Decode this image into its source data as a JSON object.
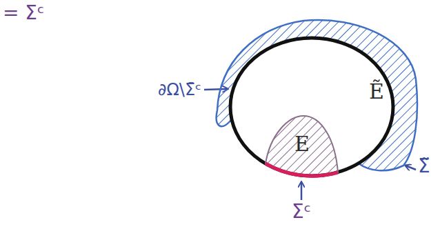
{
  "diagram": {
    "nodes": [
      {
        "text": [
          "Ẽ"
        ]
      },
      {
        "text": [
          "E"
        ]
      }
    ],
    "labels": [
      "= Σ̄ᶜ",
      "∂Ω\\Σ̄ᶜ",
      "Σ̃",
      "Σ̄ᶜ"
    ]
  }
}
